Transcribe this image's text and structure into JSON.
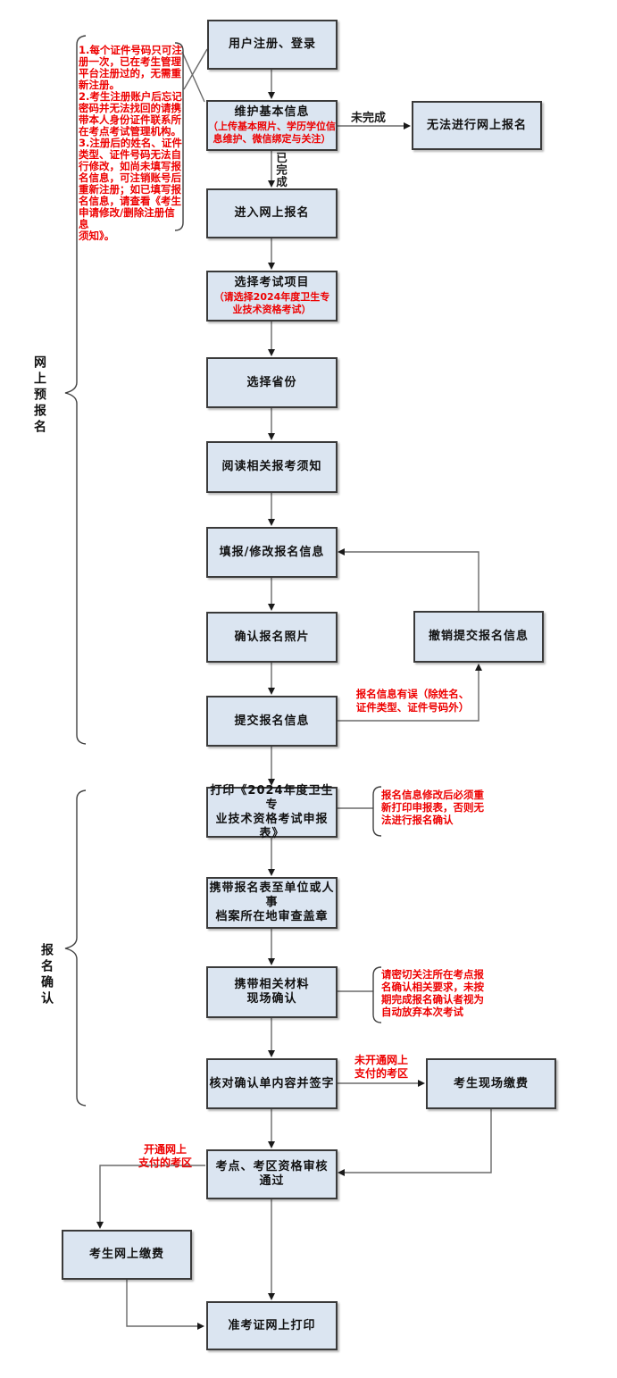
{
  "colors": {
    "box_fill": "#dbe5f1",
    "box_border": "#3a3a3a",
    "red_text": "#ee0000",
    "line": "#6a6a6a"
  },
  "sections": [
    {
      "label": "网上预报名"
    },
    {
      "label": "报名确认"
    }
  ],
  "nodes": {
    "user_register": {
      "title": "用户注册、登录"
    },
    "maintain_info": {
      "title": "维护基本信息",
      "subtitle": "（上传基本照片、学历学位信\n息维护、微信绑定与关注）"
    },
    "cannot_register": {
      "title": "无法进行网上报名"
    },
    "enter_register": {
      "title": "进入网上报名"
    },
    "choose_exam": {
      "title": "选择考试项目",
      "subtitle": "（请选择2024年度卫生专\n业技术资格考试）"
    },
    "choose_province": {
      "title": "选择省份"
    },
    "read_notice": {
      "title": "阅读相关报考须知"
    },
    "fill_info": {
      "title": "填报/修改报名信息"
    },
    "confirm_photo": {
      "title": "确认报名照片"
    },
    "revoke_submit": {
      "title": "撤销提交报名信息"
    },
    "submit_info": {
      "title": "提交报名信息"
    },
    "print_form": {
      "title": "打印《2024年度卫生专\n业技术资格考试申报表》"
    },
    "stamp_form": {
      "title": "携带报名表至单位或人事\n档案所在地审查盖章"
    },
    "onsite_confirm": {
      "title": "携带相关材料\n现场确认"
    },
    "check_sign": {
      "title": "核对确认单内容并签字"
    },
    "onsite_pay": {
      "title": "考生现场缴费"
    },
    "audit_pass": {
      "title": "考点、考区资格审核\n通过"
    },
    "online_pay": {
      "title": "考生网上缴费"
    },
    "print_ticket": {
      "title": "准考证网上打印"
    }
  },
  "edge_labels": {
    "not_done": "未完成",
    "done": "已完成",
    "info_error": "报名信息有误（除姓名、\n证件类型、证件号码外）",
    "no_online_pay": "未开通网上\n支付的考区",
    "online_pay_area": "开通网上\n支付的考区"
  },
  "notes": {
    "register_note": "1.每个证件号码只可注\n册一次，已在考生管理\n平台注册过的，无需重\n新注册。\n2.考生注册账户后忘记\n密码并无法找回的请携\n带本人身份证件联系所\n在考点考试管理机构。\n3.注册后的姓名、证件\n类型、证件号码无法自\n行修改，如尚未填写报\n名信息，可注销账号后\n重新注册；如已填写报\n名信息，请查看《考生\n申请修改/删除注册信息\n须知》。",
    "print_note": "报名信息修改后必须重\n新打印申报表，否则无\n法进行报名确认",
    "confirm_note": "请密切关注所在考点报\n名确认相关要求，未按\n期完成报名确认者视为\n自动放弃本次考试"
  }
}
